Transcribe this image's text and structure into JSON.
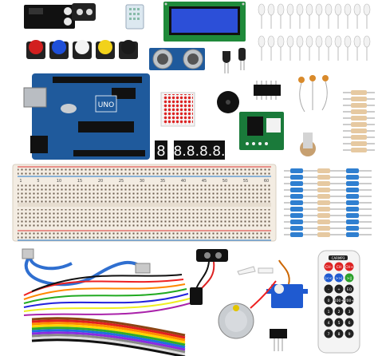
{
  "arduino": {
    "label": "UNO"
  },
  "segment_display": {
    "single": "8",
    "quad": "8.8.8.8."
  },
  "remote": {
    "brand": "CARMP3",
    "buttons": [
      "CH-",
      "CH",
      "CH+",
      "|<<",
      ">>|",
      ">||",
      "-",
      "+",
      "EQ",
      "0",
      "100+",
      "200+",
      "1",
      "2",
      "3",
      "4",
      "5",
      "6",
      "7",
      "8",
      "9"
    ]
  },
  "breadboard": {
    "col_numbers": [
      "1",
      "5",
      "10",
      "15",
      "20",
      "25",
      "30",
      "35",
      "40",
      "45",
      "50",
      "55",
      "60"
    ]
  },
  "colors": {
    "arduino_blue": "#1f5a9c",
    "lcd_blue": "#2c4fd8",
    "breadboard": "#f3ece2",
    "resistor_body": "#e6c9a1",
    "ribbon": [
      "#8b4513",
      "#e02020",
      "#ff8c00",
      "#ffd700",
      "#2eaa2e",
      "#1f6fe0",
      "#8a2be2",
      "#888888",
      "#ffffff",
      "#111111"
    ]
  },
  "icons": {
    "board": "arduino-uno-icon",
    "lcd": "lcd-1602-icon",
    "buzzer": "buzzer-icon",
    "servo": "servo-motor-icon",
    "stepper": "stepper-motor-icon",
    "remote": "ir-remote-icon"
  }
}
